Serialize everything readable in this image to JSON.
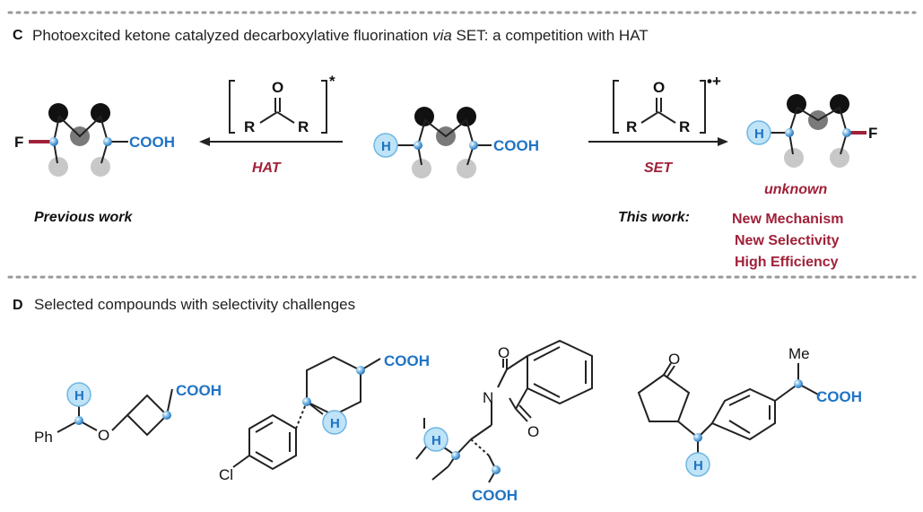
{
  "sections": {
    "c": {
      "letter": "C",
      "title_pre": "Photoexcited ketone catalyzed decarboxylative fluorination ",
      "title_via": "via",
      "title_post": " SET: a competition with HAT"
    },
    "d": {
      "letter": "D",
      "title": "Selected compounds with selectivity challenges"
    }
  },
  "labels": {
    "hat": "HAT",
    "set": "SET",
    "previous_work": "Previous work",
    "this_work": "This work:",
    "unknown": "unknown",
    "bullets": [
      "New Mechanism",
      "New Selectivity",
      "High Efficiency"
    ],
    "star": "*",
    "radical_cation": "•+"
  },
  "atoms": {
    "cooh": "COOH",
    "h": "H",
    "f": "F",
    "o": "O",
    "r": "R",
    "n": "N",
    "ph": "Ph",
    "cl": "Cl",
    "me": "Me"
  },
  "colors": {
    "accent_red": "#a0213a",
    "accent_blue": "#1f74c4",
    "sphere_black": "#111111",
    "sphere_gray": "#7a7a7a",
    "sphere_light": "#c8c8c8",
    "h_circle": "#bfe3f7",
    "divider": "#999999"
  }
}
